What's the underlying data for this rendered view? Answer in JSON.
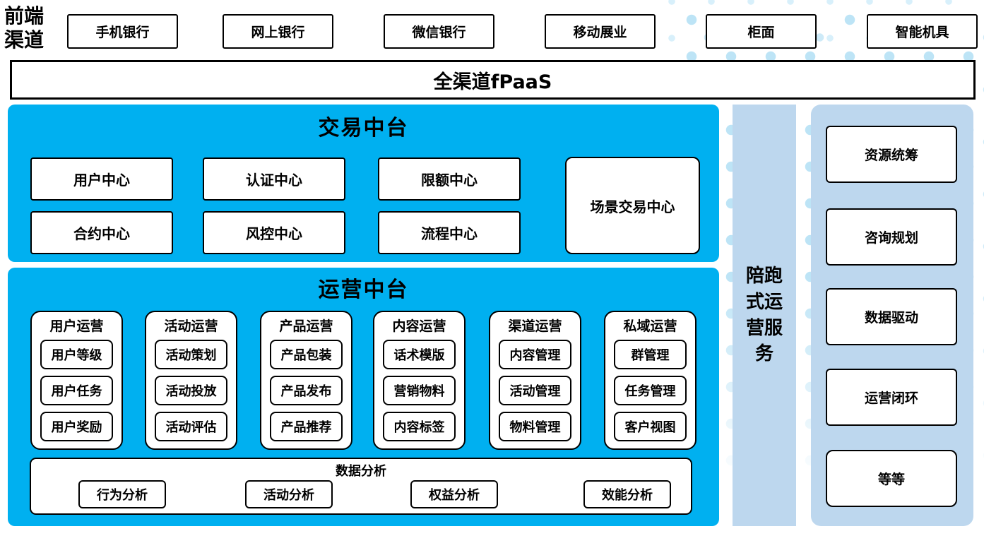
{
  "front_channels": {
    "label": "前端渠道",
    "items": [
      "手机银行",
      "网上银行",
      "微信银行",
      "移动展业",
      "柜面",
      "智能机具"
    ]
  },
  "fpaas": {
    "label": "全渠道fPaaS"
  },
  "trade_platform": {
    "title": "交易中台",
    "centers": [
      "用户中心",
      "认证中心",
      "限额中心",
      "合约中心",
      "风控中心",
      "流程中心"
    ],
    "scene_center": "场景交易中心"
  },
  "operation_platform": {
    "title": "运营中台",
    "columns": [
      {
        "title": "用户运营",
        "items": [
          "用户等级",
          "用户任务",
          "用户奖励"
        ]
      },
      {
        "title": "活动运营",
        "items": [
          "活动策划",
          "活动投放",
          "活动评估"
        ]
      },
      {
        "title": "产品运营",
        "items": [
          "产品包装",
          "产品发布",
          "产品推荐"
        ]
      },
      {
        "title": "内容运营",
        "items": [
          "话术模版",
          "营销物料",
          "内容标签"
        ]
      },
      {
        "title": "渠道运营",
        "items": [
          "内容管理",
          "活动管理",
          "物料管理"
        ]
      },
      {
        "title": "私域运营",
        "items": [
          "群管理",
          "任务管理",
          "客户视图"
        ]
      }
    ],
    "data_analysis": {
      "title": "数据分析",
      "items": [
        "行为分析",
        "活动分析",
        "权益分析",
        "效能分析"
      ]
    }
  },
  "side_service": {
    "label": "陪跑式运营服务"
  },
  "right_panel": {
    "items": [
      "资源统筹",
      "咨询规划",
      "数据驱动",
      "运营闭环",
      "等等"
    ]
  },
  "colors": {
    "accent_blue": "#00B0F0",
    "panel_light_blue": "#BDD7EE",
    "dot_blue": "#CDEAF8",
    "box_border": "#000000"
  }
}
